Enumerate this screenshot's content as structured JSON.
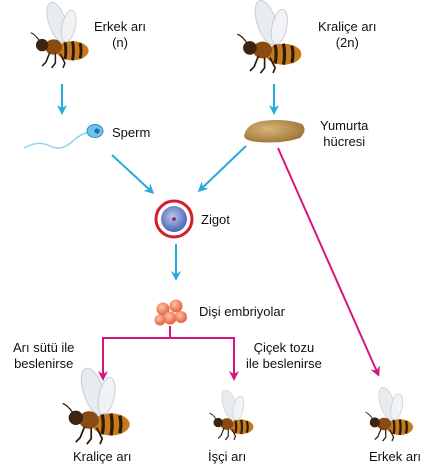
{
  "colors": {
    "blue_arrow": "#29a9e1",
    "pink_arrow": "#d6157f",
    "bee_body": "#c77a1a",
    "bee_stripe": "#2a1a0a",
    "wing": "#e9ecef",
    "egg": "#b48a4a",
    "zygote_ring": "#d41f2b",
    "zygote_core": "#6f86c6",
    "embryo": "#f07a55"
  },
  "icons": [
    "bee-icon",
    "sperm-icon",
    "egg-icon",
    "zygote-icon",
    "embryo-icon"
  ],
  "male_parent": {
    "name": "Erkek arı",
    "ploidy": "(n)"
  },
  "queen_parent": {
    "name": "Kraliçe arı",
    "ploidy": "(2n)"
  },
  "sperm": {
    "label": "Sperm"
  },
  "egg": {
    "label_line1": "Yumurta",
    "label_line2": "hücresi"
  },
  "zygote": {
    "label": "Zigot"
  },
  "embryos": {
    "label": "Dişi embriyolar"
  },
  "branch_royal": {
    "line1": "Arı sütü ile",
    "line2": "beslenirse"
  },
  "branch_pollen": {
    "line1": "Çiçek tozu",
    "line2": "ile beslenirse"
  },
  "outcomes": {
    "queen": "Kraliçe arı",
    "worker": "İşçi arı",
    "drone": "Erkek arı"
  }
}
